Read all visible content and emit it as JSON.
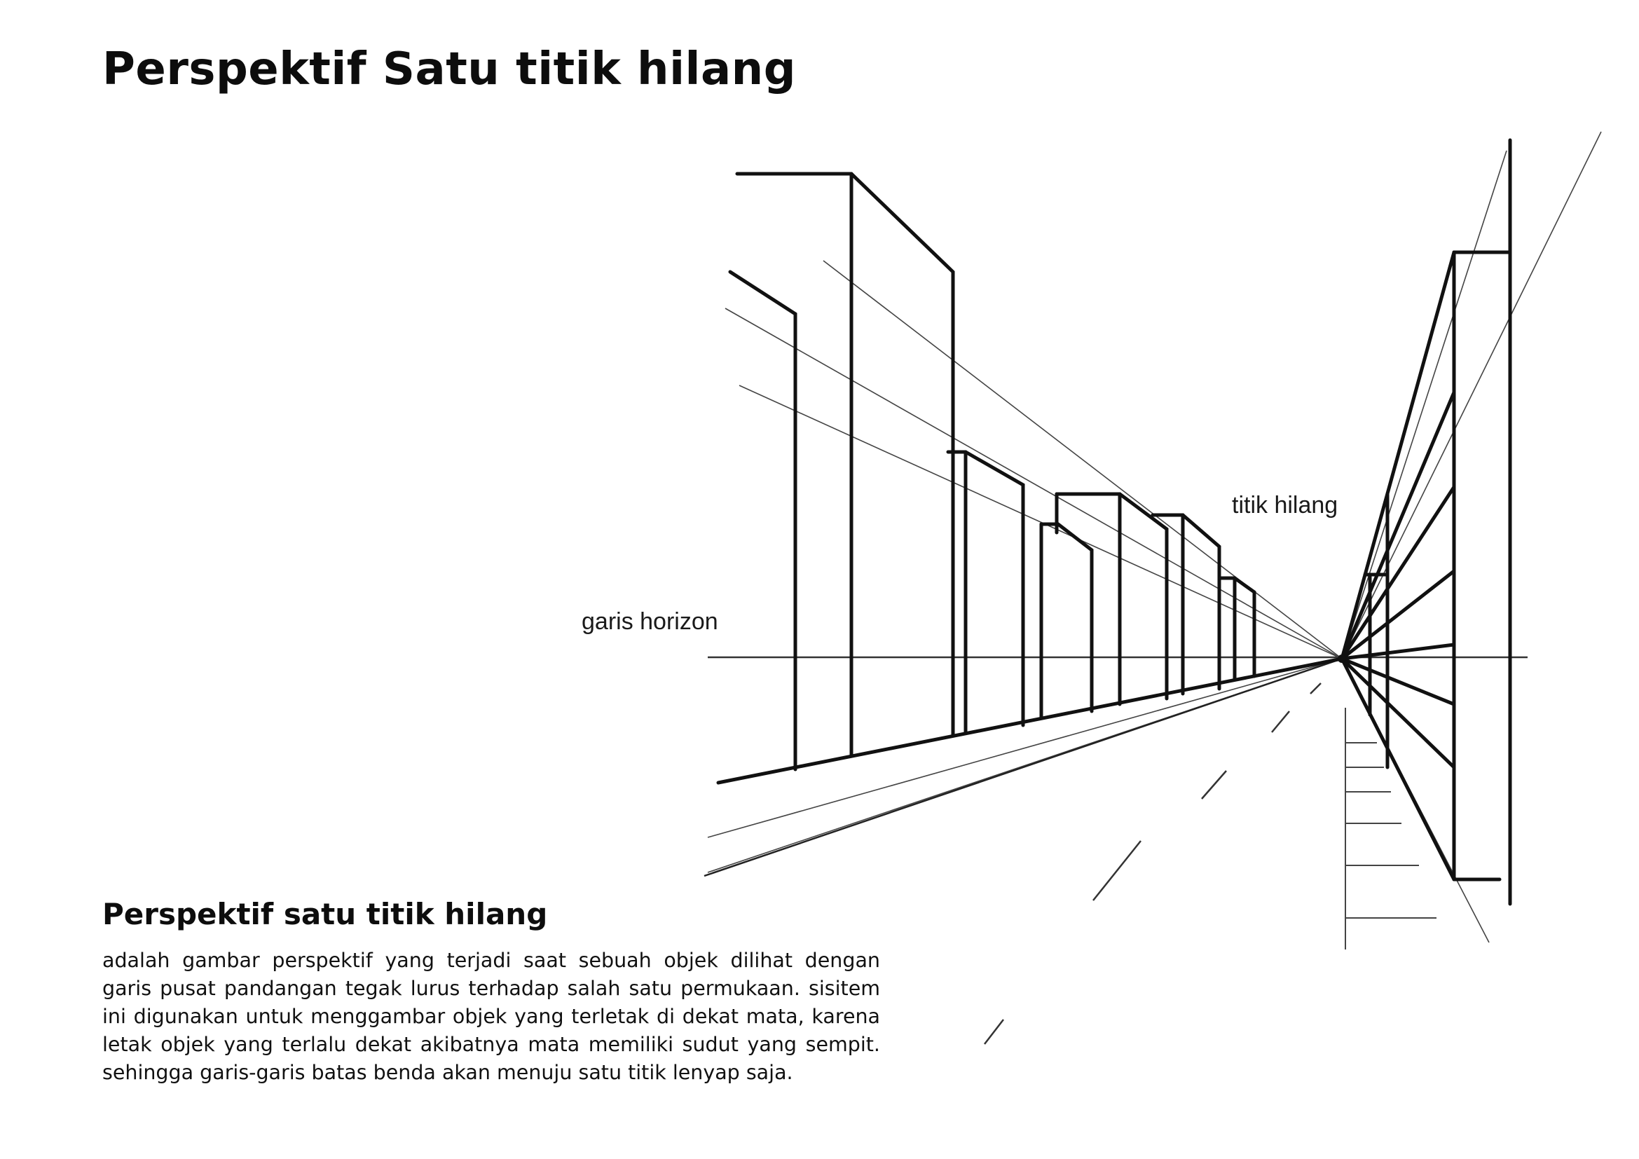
{
  "page": {
    "title": "Perspektif Satu titik hilang"
  },
  "illustration": {
    "horizon_label": "garis horizon",
    "vanishing_point_label": "titik hilang"
  },
  "section": {
    "heading": "Perspektif satu titik hilang",
    "body": "adalah gambar perspektif yang terjadi saat sebuah objek dilihat dengan garis pusat pandangan tegak lurus terhadap salah satu permukaan. sisitem ini digunakan untuk menggambar objek yang terletak di dekat mata, karena letak objek yang terlalu dekat akibatnya mata memiliki sudut yang sempit. sehingga garis-garis batas benda akan menuju satu titik lenyap saja."
  }
}
